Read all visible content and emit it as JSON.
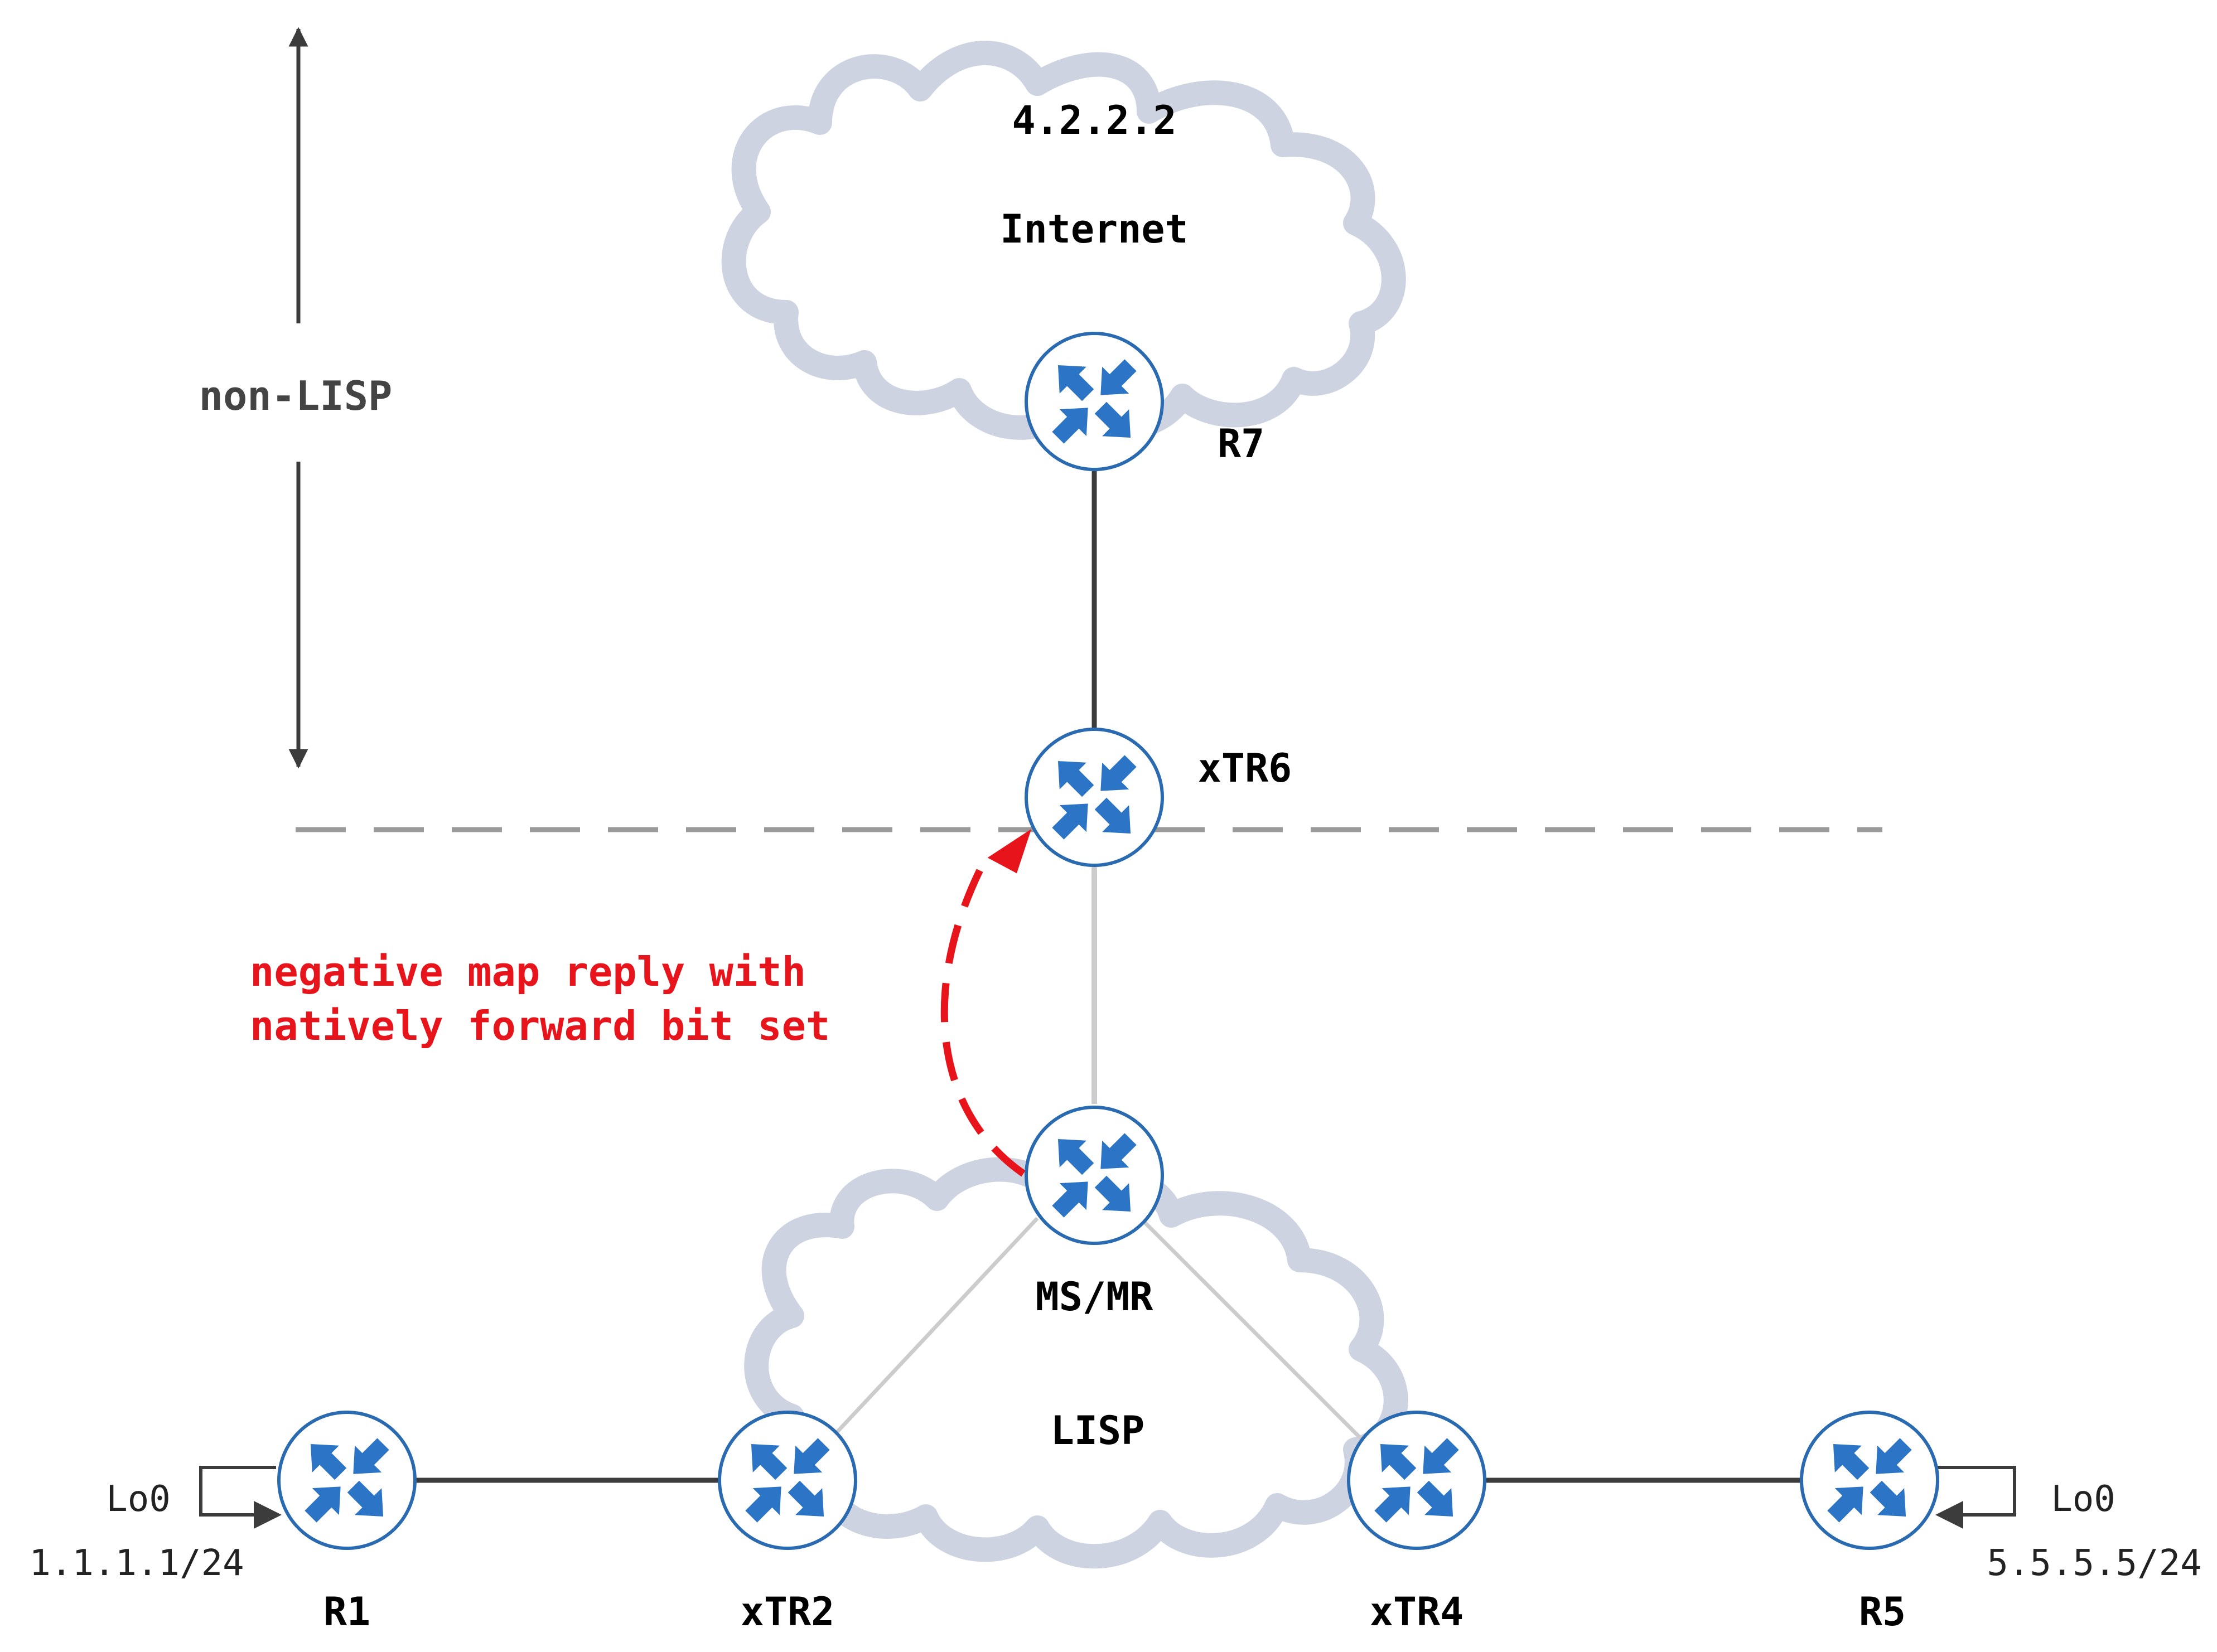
{
  "clouds": {
    "internet": {
      "address": "4.2.2.2",
      "name": "Internet"
    },
    "lisp": {
      "name": "LISP"
    }
  },
  "routers": {
    "r7": "R7",
    "xtr6": "xTR6",
    "msmr": "MS/MR",
    "r1": "R1",
    "xtr2": "xTR2",
    "xtr4": "xTR4",
    "r5": "R5"
  },
  "loopbacks": {
    "r1": {
      "interface": "Lo0",
      "address": "1.1.1.1/24"
    },
    "r5": {
      "interface": "Lo0",
      "address": "5.5.5.5/24"
    }
  },
  "domain_label": "non-LISP",
  "annotation": {
    "line1": "negative map reply with",
    "line2": "natively forward bit set"
  },
  "colors": {
    "cloud": "#cdd3e1",
    "router_outline": "#2a6ab0",
    "router_arrows": "#2b74c6",
    "link_dark": "#3c3c3c",
    "link_light": "#cccccc",
    "boundary": "#9a9a9a",
    "annotation": "#e8141b"
  },
  "icons": {
    "router": "router-icon",
    "cloud": "cloud-icon",
    "loopback": "loopback-arrow-icon"
  }
}
